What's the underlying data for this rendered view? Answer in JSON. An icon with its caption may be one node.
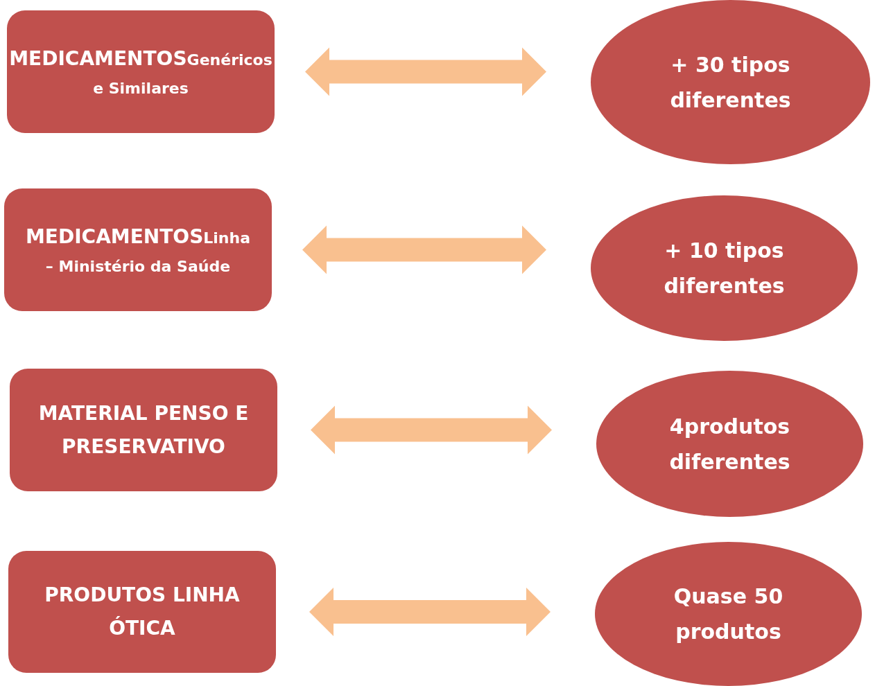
{
  "diagram": {
    "nodes": [
      {
        "text": [
          "MEDICAMENTOS",
          "Genéricos e Similares"
        ]
      },
      {
        "text": [
          "+ 30 tipos diferentes"
        ]
      },
      {
        "text": [
          "MEDICAMENTOS",
          "Linha – Ministério da Saúde"
        ]
      },
      {
        "text": [
          "+ 10 tipos diferentes"
        ]
      },
      {
        "text": [
          "MATERIAL PENSO E PRESERVATIVO"
        ]
      },
      {
        "text": [
          "4produtos diferentes"
        ]
      },
      {
        "text": [
          "PRODUTOS LINHA ÓTICA"
        ]
      },
      {
        "text": [
          "Quase 50 produtos"
        ]
      }
    ],
    "edges": [
      {
        "from": 0,
        "to": 1,
        "arrow": "both"
      },
      {
        "from": 2,
        "to": 3,
        "arrow": "both"
      },
      {
        "from": 4,
        "to": 5,
        "arrow": "both"
      },
      {
        "from": 6,
        "to": 7,
        "arrow": "both"
      }
    ]
  }
}
